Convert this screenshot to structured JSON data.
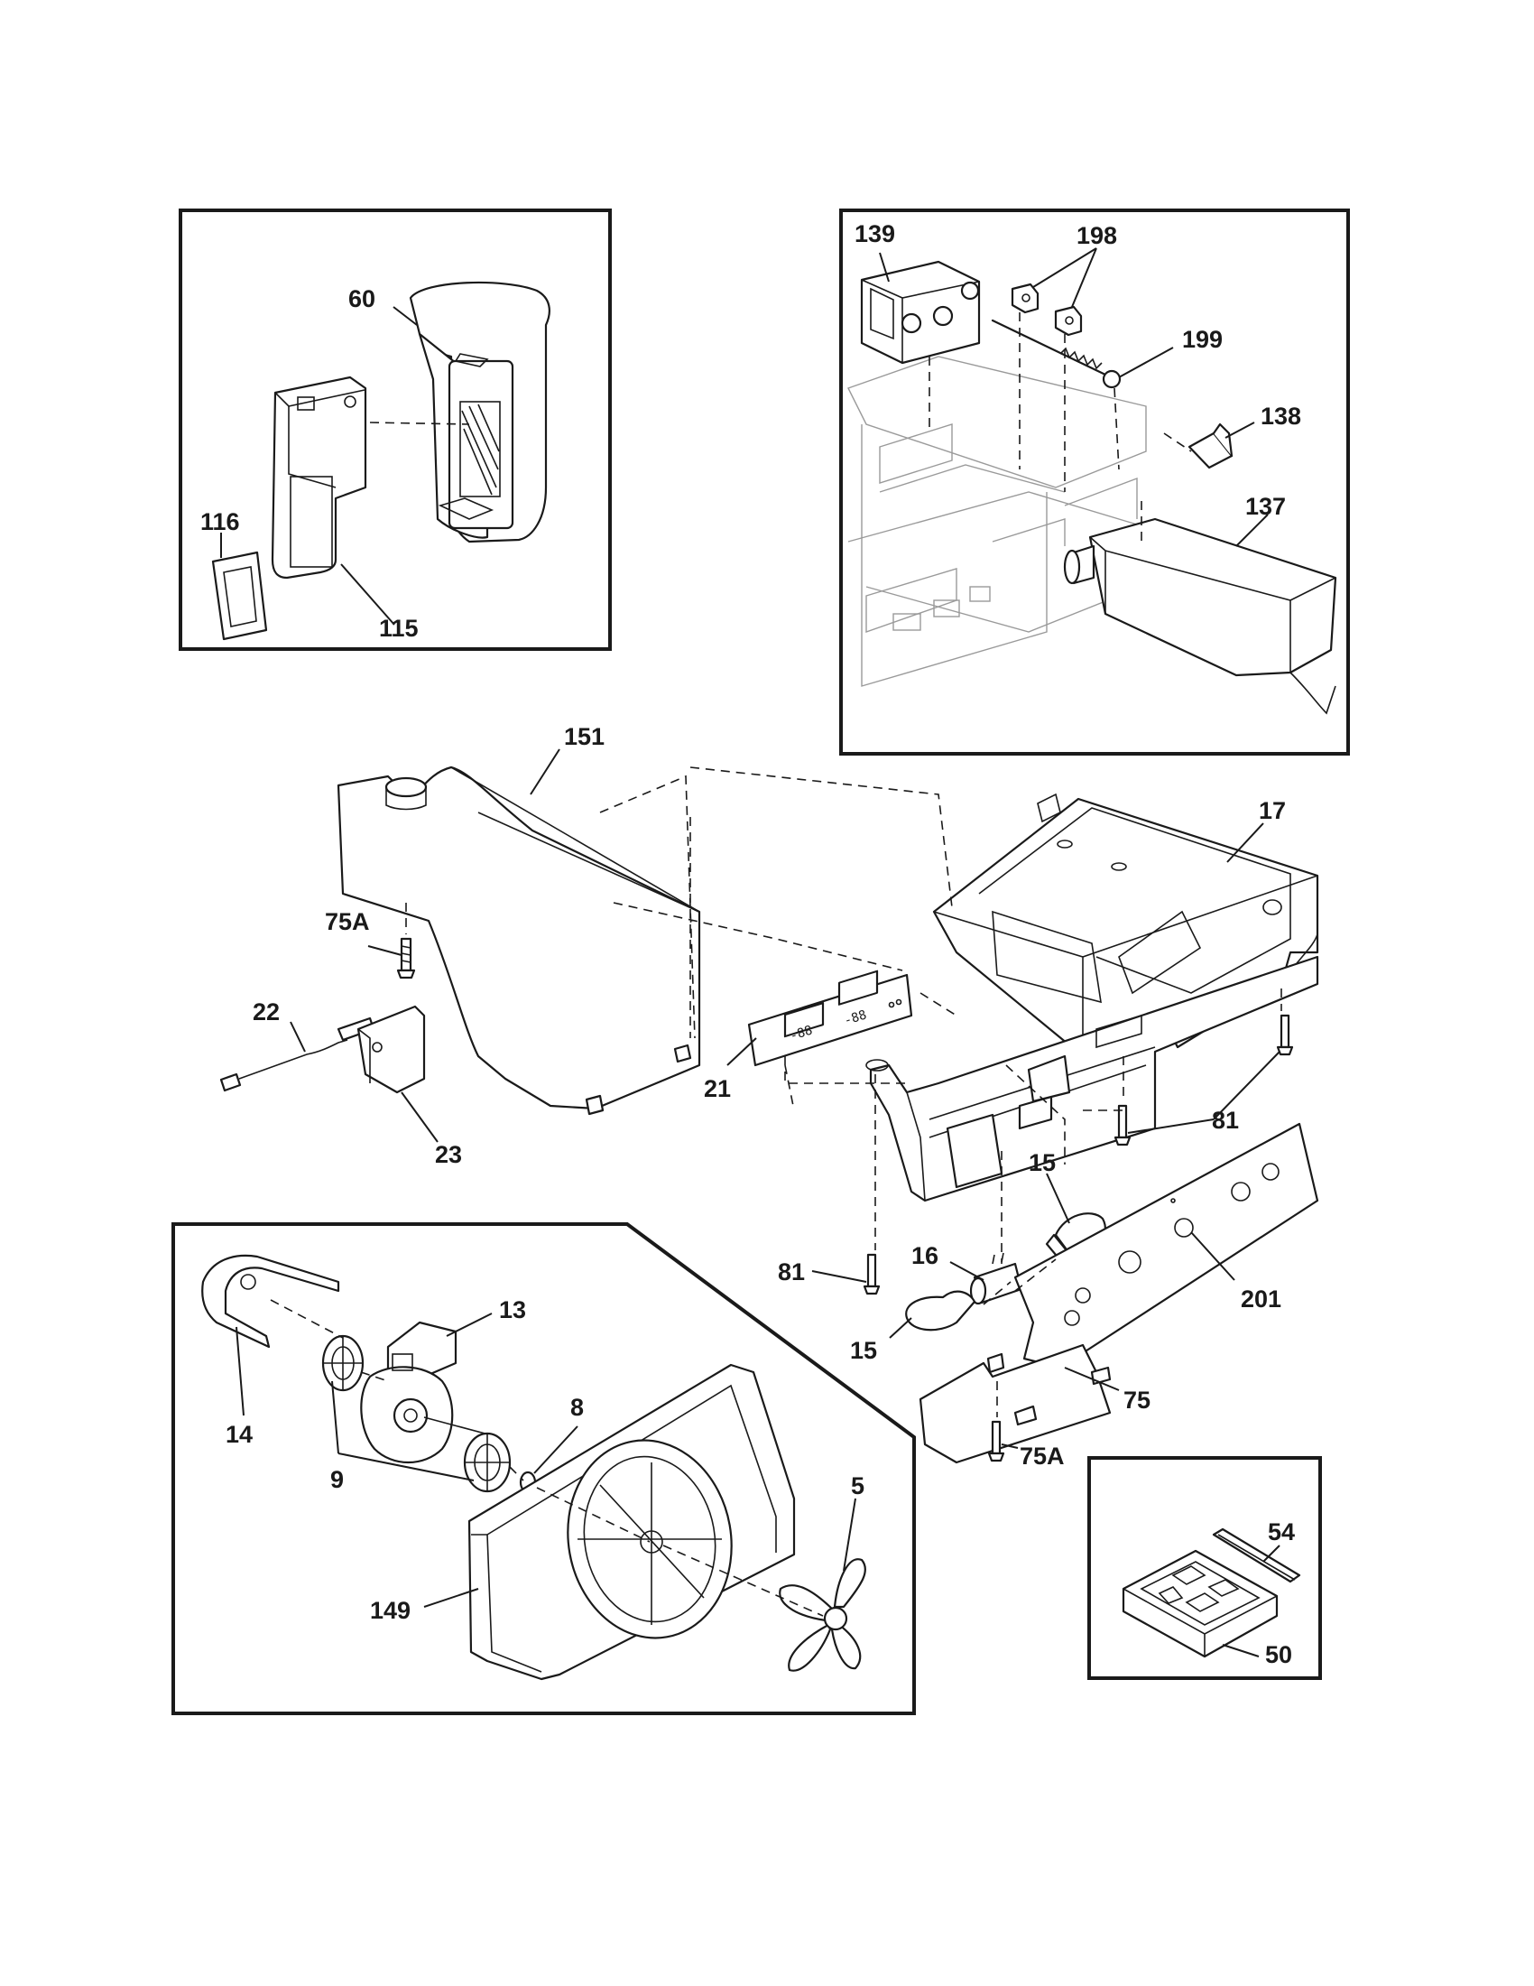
{
  "callouts": {
    "p60": "60",
    "p116": "116",
    "p115": "115",
    "p139": "139",
    "p198": "198",
    "p199": "199",
    "p138": "138",
    "p137": "137",
    "p151": "151",
    "p17": "17",
    "p75a_top": "75A",
    "p22": "22",
    "p23": "23",
    "p21": "21",
    "p81_right": "81",
    "p15_top": "15",
    "p16": "16",
    "p81_left": "81",
    "p201": "201",
    "p15_bottom": "15",
    "p75": "75",
    "p75a_bottom": "75A",
    "p13": "13",
    "p14": "14",
    "p8": "8",
    "p9": "9",
    "p5": "5",
    "p149": "149",
    "p54": "54",
    "p50": "50"
  },
  "display": {
    "readout_left": "-88",
    "readout_right": "-88"
  }
}
